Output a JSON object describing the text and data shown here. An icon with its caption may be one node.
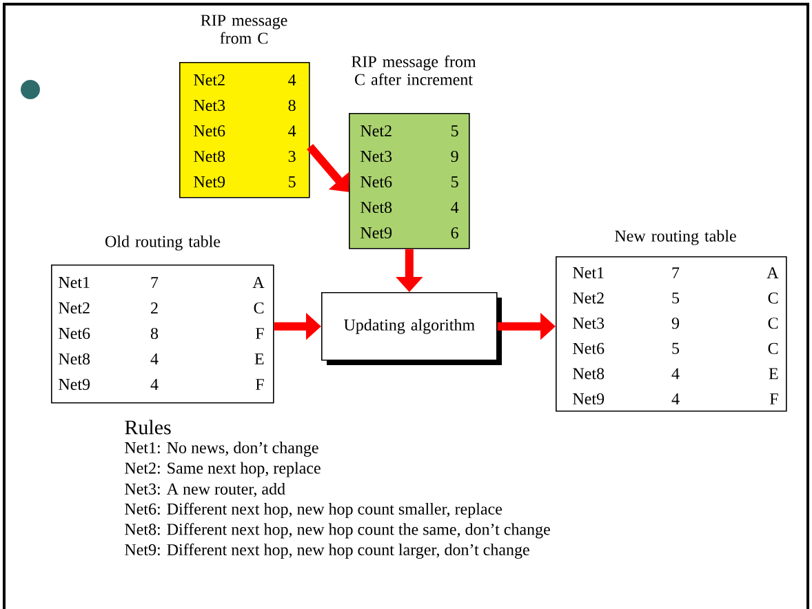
{
  "diagram": {
    "nodes": [
      {
        "text": [
          "RIP message from C",
          "Net2",
          "4",
          "Net3",
          "8",
          "Net6",
          "4",
          "Net8",
          "3",
          "Net9",
          "5"
        ]
      },
      {
        "text": [
          "RIP message from C after increment",
          "Net2",
          "5",
          "Net3",
          "9",
          "Net6",
          "5",
          "Net8",
          "4",
          "Net9",
          "6"
        ]
      },
      {
        "text": [
          "Old routing table",
          "Net1",
          "7",
          "A",
          "Net2",
          "2",
          "C",
          "Net6",
          "8",
          "F",
          "Net8",
          "4",
          "E",
          "Net9",
          "4",
          "F"
        ]
      },
      {
        "text": [
          "Updating algorithm"
        ]
      },
      {
        "text": [
          "New routing table",
          "Net1",
          "7",
          "A",
          "Net2",
          "5",
          "C",
          "Net3",
          "9",
          "C",
          "Net6",
          "5",
          "C",
          "Net8",
          "4",
          "E",
          "Net9",
          "4",
          "F"
        ]
      }
    ],
    "edges": [
      {
        "from": 0,
        "to": 1,
        "arrow": "to"
      },
      {
        "from": 1,
        "to": 3,
        "arrow": "to"
      },
      {
        "from": 2,
        "to": 3,
        "arrow": "to"
      },
      {
        "from": 3,
        "to": 4,
        "arrow": "to"
      }
    ],
    "labels": [
      "Rules",
      "Net1: No news, don’t change",
      "Net2: Same next hop, replace",
      "Net3: A new router, add",
      "Net6: Different next hop, new hop count smaller, replace",
      "Net8: Different next hop, new hop count the same, don’t change",
      "Net9: Different next hop, new hop count larger, don’t change"
    ]
  }
}
